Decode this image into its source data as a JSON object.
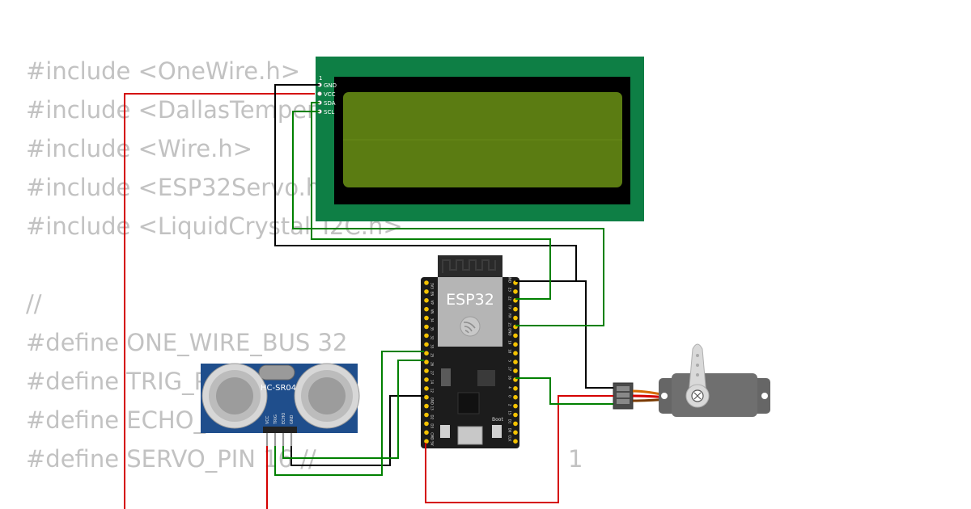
{
  "code": {
    "lines": [
      "#include <OneWire.h>",
      "#include <DallasTemperature.h>",
      "#include <Wire.h>",
      "#include <ESP32Servo.h>",
      "#include <LiquidCrystal_I2C.h>",
      "//",
      "#define ONE_WIRE_BUS 32",
      "#define TRIG_PIN 25",
      "#define ECHO_PIN 26",
      "#define SERVO_PIN 16 //"
    ],
    "trailing_text": "1"
  },
  "lcd": {
    "pin_one": "1",
    "pins": [
      "GND",
      "VCC",
      "SDA",
      "SCL"
    ],
    "colors": {
      "board": "#0e7f45",
      "bezel": "#000000",
      "screen": "#5b7c12"
    }
  },
  "esp32": {
    "module_label": "ESP32",
    "module_icon": "espressif-logo-icon",
    "button_label": "Boot",
    "left_pins": [
      "3V3",
      "EN",
      "VP",
      "VN",
      "34",
      "35",
      "32",
      "33",
      "25",
      "26",
      "27",
      "14",
      "12",
      "GND",
      "13",
      "D2",
      "D3",
      "CMD",
      "5V"
    ],
    "right_pins": [
      "GND",
      "23",
      "22",
      "TX",
      "RX",
      "21",
      "GND",
      "19",
      "18",
      "5",
      "17",
      "16",
      "4",
      "0",
      "2",
      "15",
      "D1",
      "D0",
      "CLK"
    ],
    "colors": {
      "board": "#1c1c1c",
      "pin": "#f5c300",
      "shield": "#b5b5b5"
    }
  },
  "hcsr04": {
    "label": "HC-SR04",
    "pins": [
      "VCC",
      "TRIG",
      "ECHO",
      "GND"
    ],
    "colors": {
      "board": "#1f4e8c"
    }
  },
  "servo": {
    "icon": "servo-horn-icon",
    "colors": {
      "body": "#666666",
      "horn": "#d9d9d9"
    }
  },
  "wires": {
    "colors": {
      "power": "#d40000",
      "ground": "#000000",
      "signal": "#008000",
      "servo_signal": "#e07000"
    }
  }
}
